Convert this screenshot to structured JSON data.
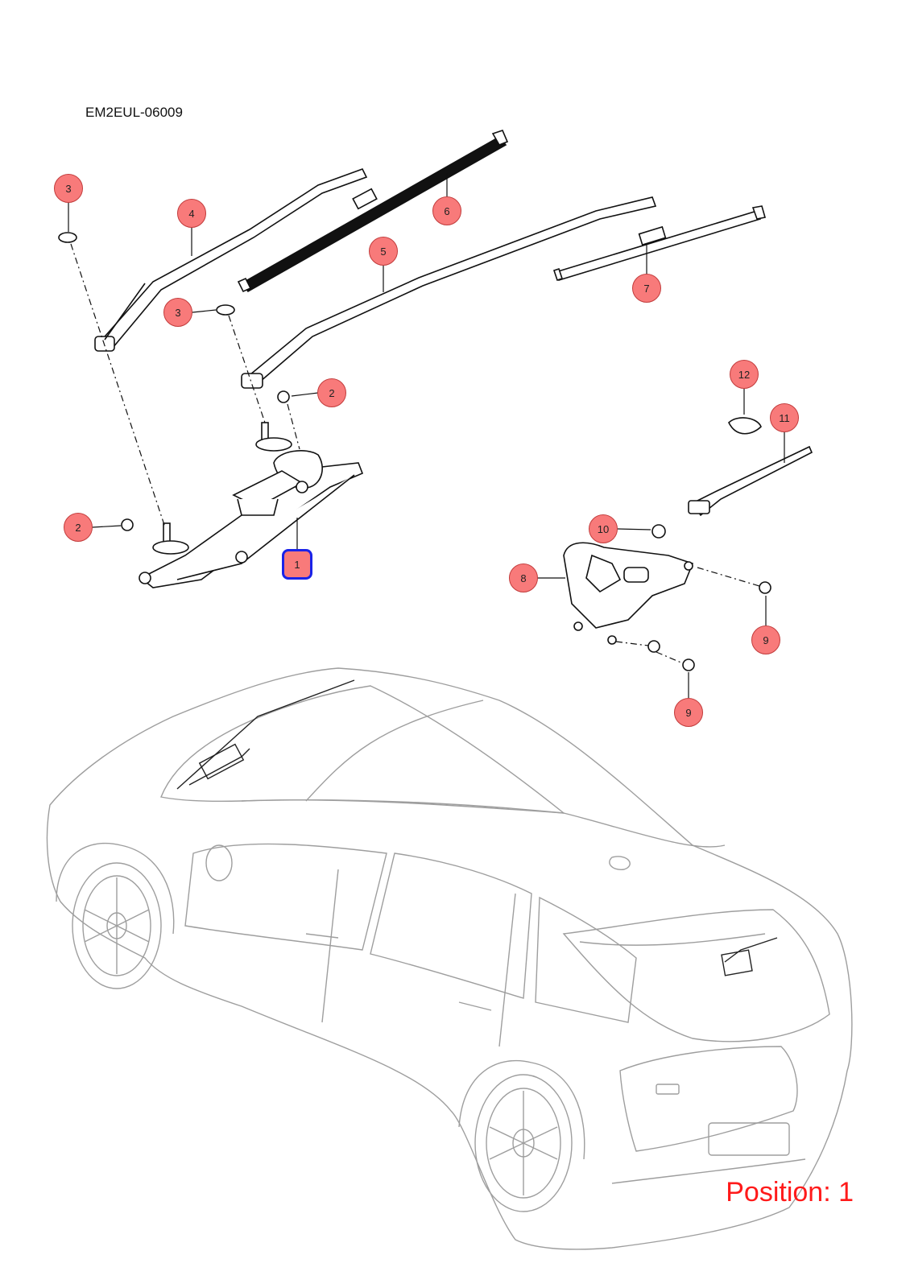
{
  "diagram_code": "EM2EUL-06009",
  "position_label": "Position: 1",
  "selected_position": "1",
  "colors": {
    "callout_fill": "#f87a7a",
    "callout_selected_border": "#1a23e8",
    "position_text": "#ff1a1a",
    "car_outline": "#9e9e9e"
  },
  "callouts": [
    {
      "id": "1",
      "label": "1",
      "selected": true
    },
    {
      "id": "2a",
      "label": "2",
      "selected": false
    },
    {
      "id": "2b",
      "label": "2",
      "selected": false
    },
    {
      "id": "3a",
      "label": "3",
      "selected": false
    },
    {
      "id": "3b",
      "label": "3",
      "selected": false
    },
    {
      "id": "4",
      "label": "4",
      "selected": false
    },
    {
      "id": "5",
      "label": "5",
      "selected": false
    },
    {
      "id": "6",
      "label": "6",
      "selected": false
    },
    {
      "id": "7",
      "label": "7",
      "selected": false
    },
    {
      "id": "8",
      "label": "8",
      "selected": false
    },
    {
      "id": "9a",
      "label": "9",
      "selected": false
    },
    {
      "id": "9b",
      "label": "9",
      "selected": false
    },
    {
      "id": "10",
      "label": "10",
      "selected": false
    },
    {
      "id": "11",
      "label": "11",
      "selected": false
    },
    {
      "id": "12",
      "label": "12",
      "selected": false
    }
  ]
}
